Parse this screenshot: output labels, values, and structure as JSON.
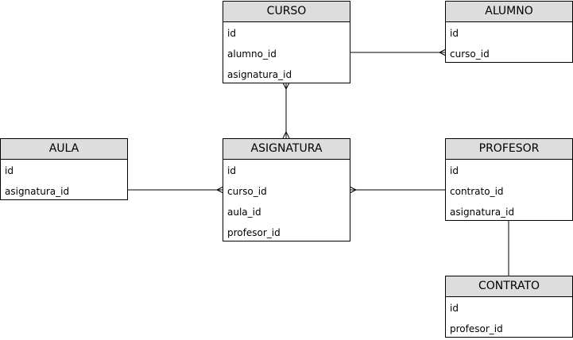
{
  "entities": {
    "curso": {
      "title": "CURSO",
      "fields": [
        "id",
        "alumno_id",
        "asignatura_id"
      ]
    },
    "alumno": {
      "title": "ALUMNO",
      "fields": [
        "id",
        "curso_id"
      ]
    },
    "aula": {
      "title": "AULA",
      "fields": [
        "id",
        "asignatura_id"
      ]
    },
    "asignatura": {
      "title": "ASIGNATURA",
      "fields": [
        "id",
        "curso_id",
        "aula_id",
        "profesor_id"
      ]
    },
    "profesor": {
      "title": "PROFESOR",
      "fields": [
        "id",
        "contrato_id",
        "asignatura_id"
      ]
    },
    "contrato": {
      "title": "CONTRATO",
      "fields": [
        "id",
        "profesor_id"
      ]
    }
  },
  "relationships": [
    {
      "from": "curso",
      "to": "alumno",
      "from_end": "one",
      "to_end": "many"
    },
    {
      "from": "curso",
      "to": "asignatura",
      "from_end": "many",
      "to_end": "many"
    },
    {
      "from": "aula",
      "to": "asignatura",
      "from_end": "one",
      "to_end": "many"
    },
    {
      "from": "asignatura",
      "to": "profesor",
      "from_end": "many",
      "to_end": "one"
    },
    {
      "from": "profesor",
      "to": "contrato",
      "from_end": "one",
      "to_end": "one"
    }
  ],
  "colors": {
    "header": "#dddddd",
    "border": "#000000",
    "background": "#ffffff"
  }
}
